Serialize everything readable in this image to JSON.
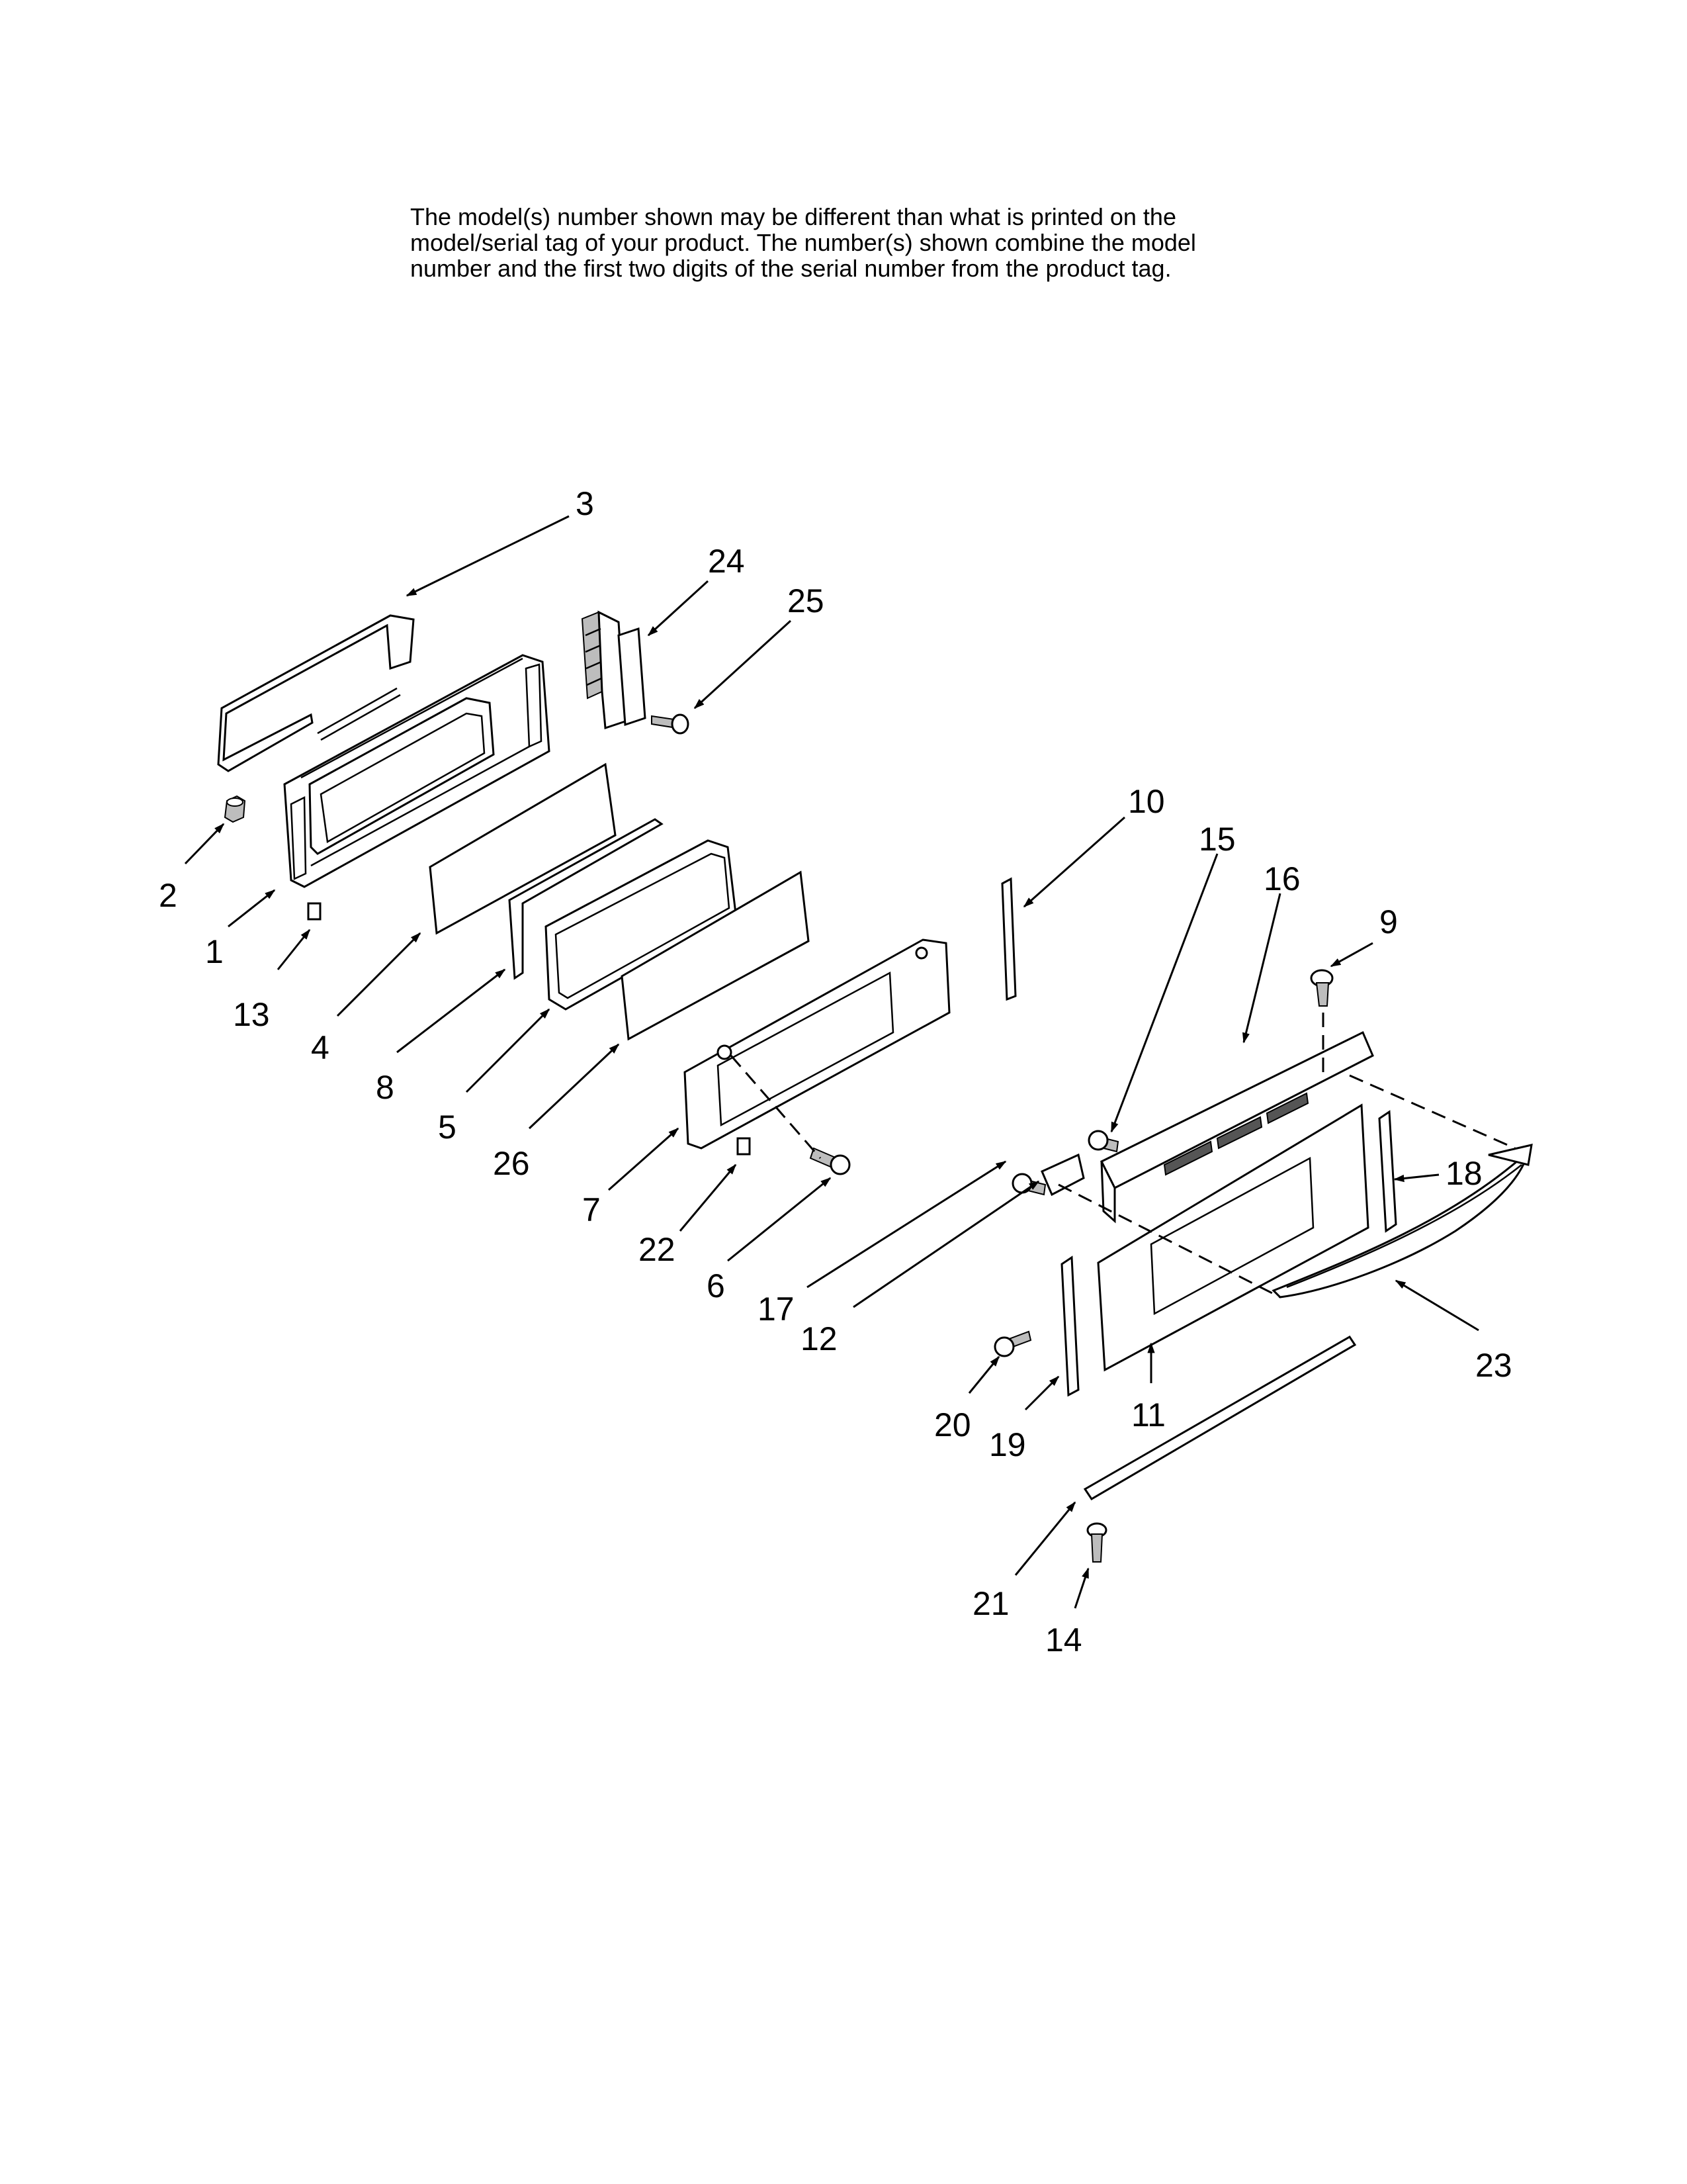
{
  "note": {
    "line1": "The model(s) number shown may be different than what is printed on the",
    "line2": "model/serial tag of your product. The number(s) shown combine the model",
    "line3": "number and the first two digits of the serial number from the product tag."
  },
  "callouts": {
    "c1": "1",
    "c2": "2",
    "c3": "3",
    "c4": "4",
    "c5": "5",
    "c6": "6",
    "c7": "7",
    "c8": "8",
    "c9": "9",
    "c10": "10",
    "c11": "11",
    "c12": "12",
    "c13": "13",
    "c14": "14",
    "c15": "15",
    "c16": "16",
    "c17": "17",
    "c18": "18",
    "c19": "19",
    "c20": "20",
    "c21": "21",
    "c22": "22",
    "c23": "23",
    "c24": "24",
    "c25": "25",
    "c26": "26"
  }
}
